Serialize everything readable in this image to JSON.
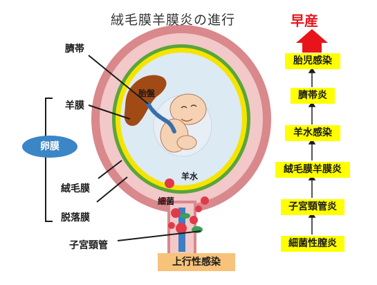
{
  "title": "絨毛膜羊膜炎の進行",
  "preterm_label": "早産",
  "progression": [
    "胎児感染",
    "臍帯炎",
    "羊水感染",
    "絨毛膜羊膜炎",
    "子宮頸管炎",
    "細菌性膣炎"
  ],
  "anatomy_labels": {
    "umbilical_cord": "臍帯",
    "amnion": "羊膜",
    "egg_membrane": "卵膜",
    "chorion": "絨毛膜",
    "decidua": "脱落膜",
    "cervix": "子宮頸管",
    "placenta": "胎盤",
    "amniotic_fluid": "羊水",
    "bacteria": "細菌"
  },
  "ascending_infection": "上行性感染",
  "colors": {
    "uterus_outer": "#d9888c",
    "uterus_inner": "#f2c8c8",
    "chorion_green": "#5aa53a",
    "amnion_yellow": "#f5e400",
    "fluid": "#dceaf4",
    "placenta": "#a24a16",
    "bacteria": "#e03a4a",
    "arrow_red": "#e8141c",
    "label_yellow": "#ffff00",
    "ascending_bg": "#f7c27a",
    "egg_membrane_oval": "#3a86c6"
  }
}
